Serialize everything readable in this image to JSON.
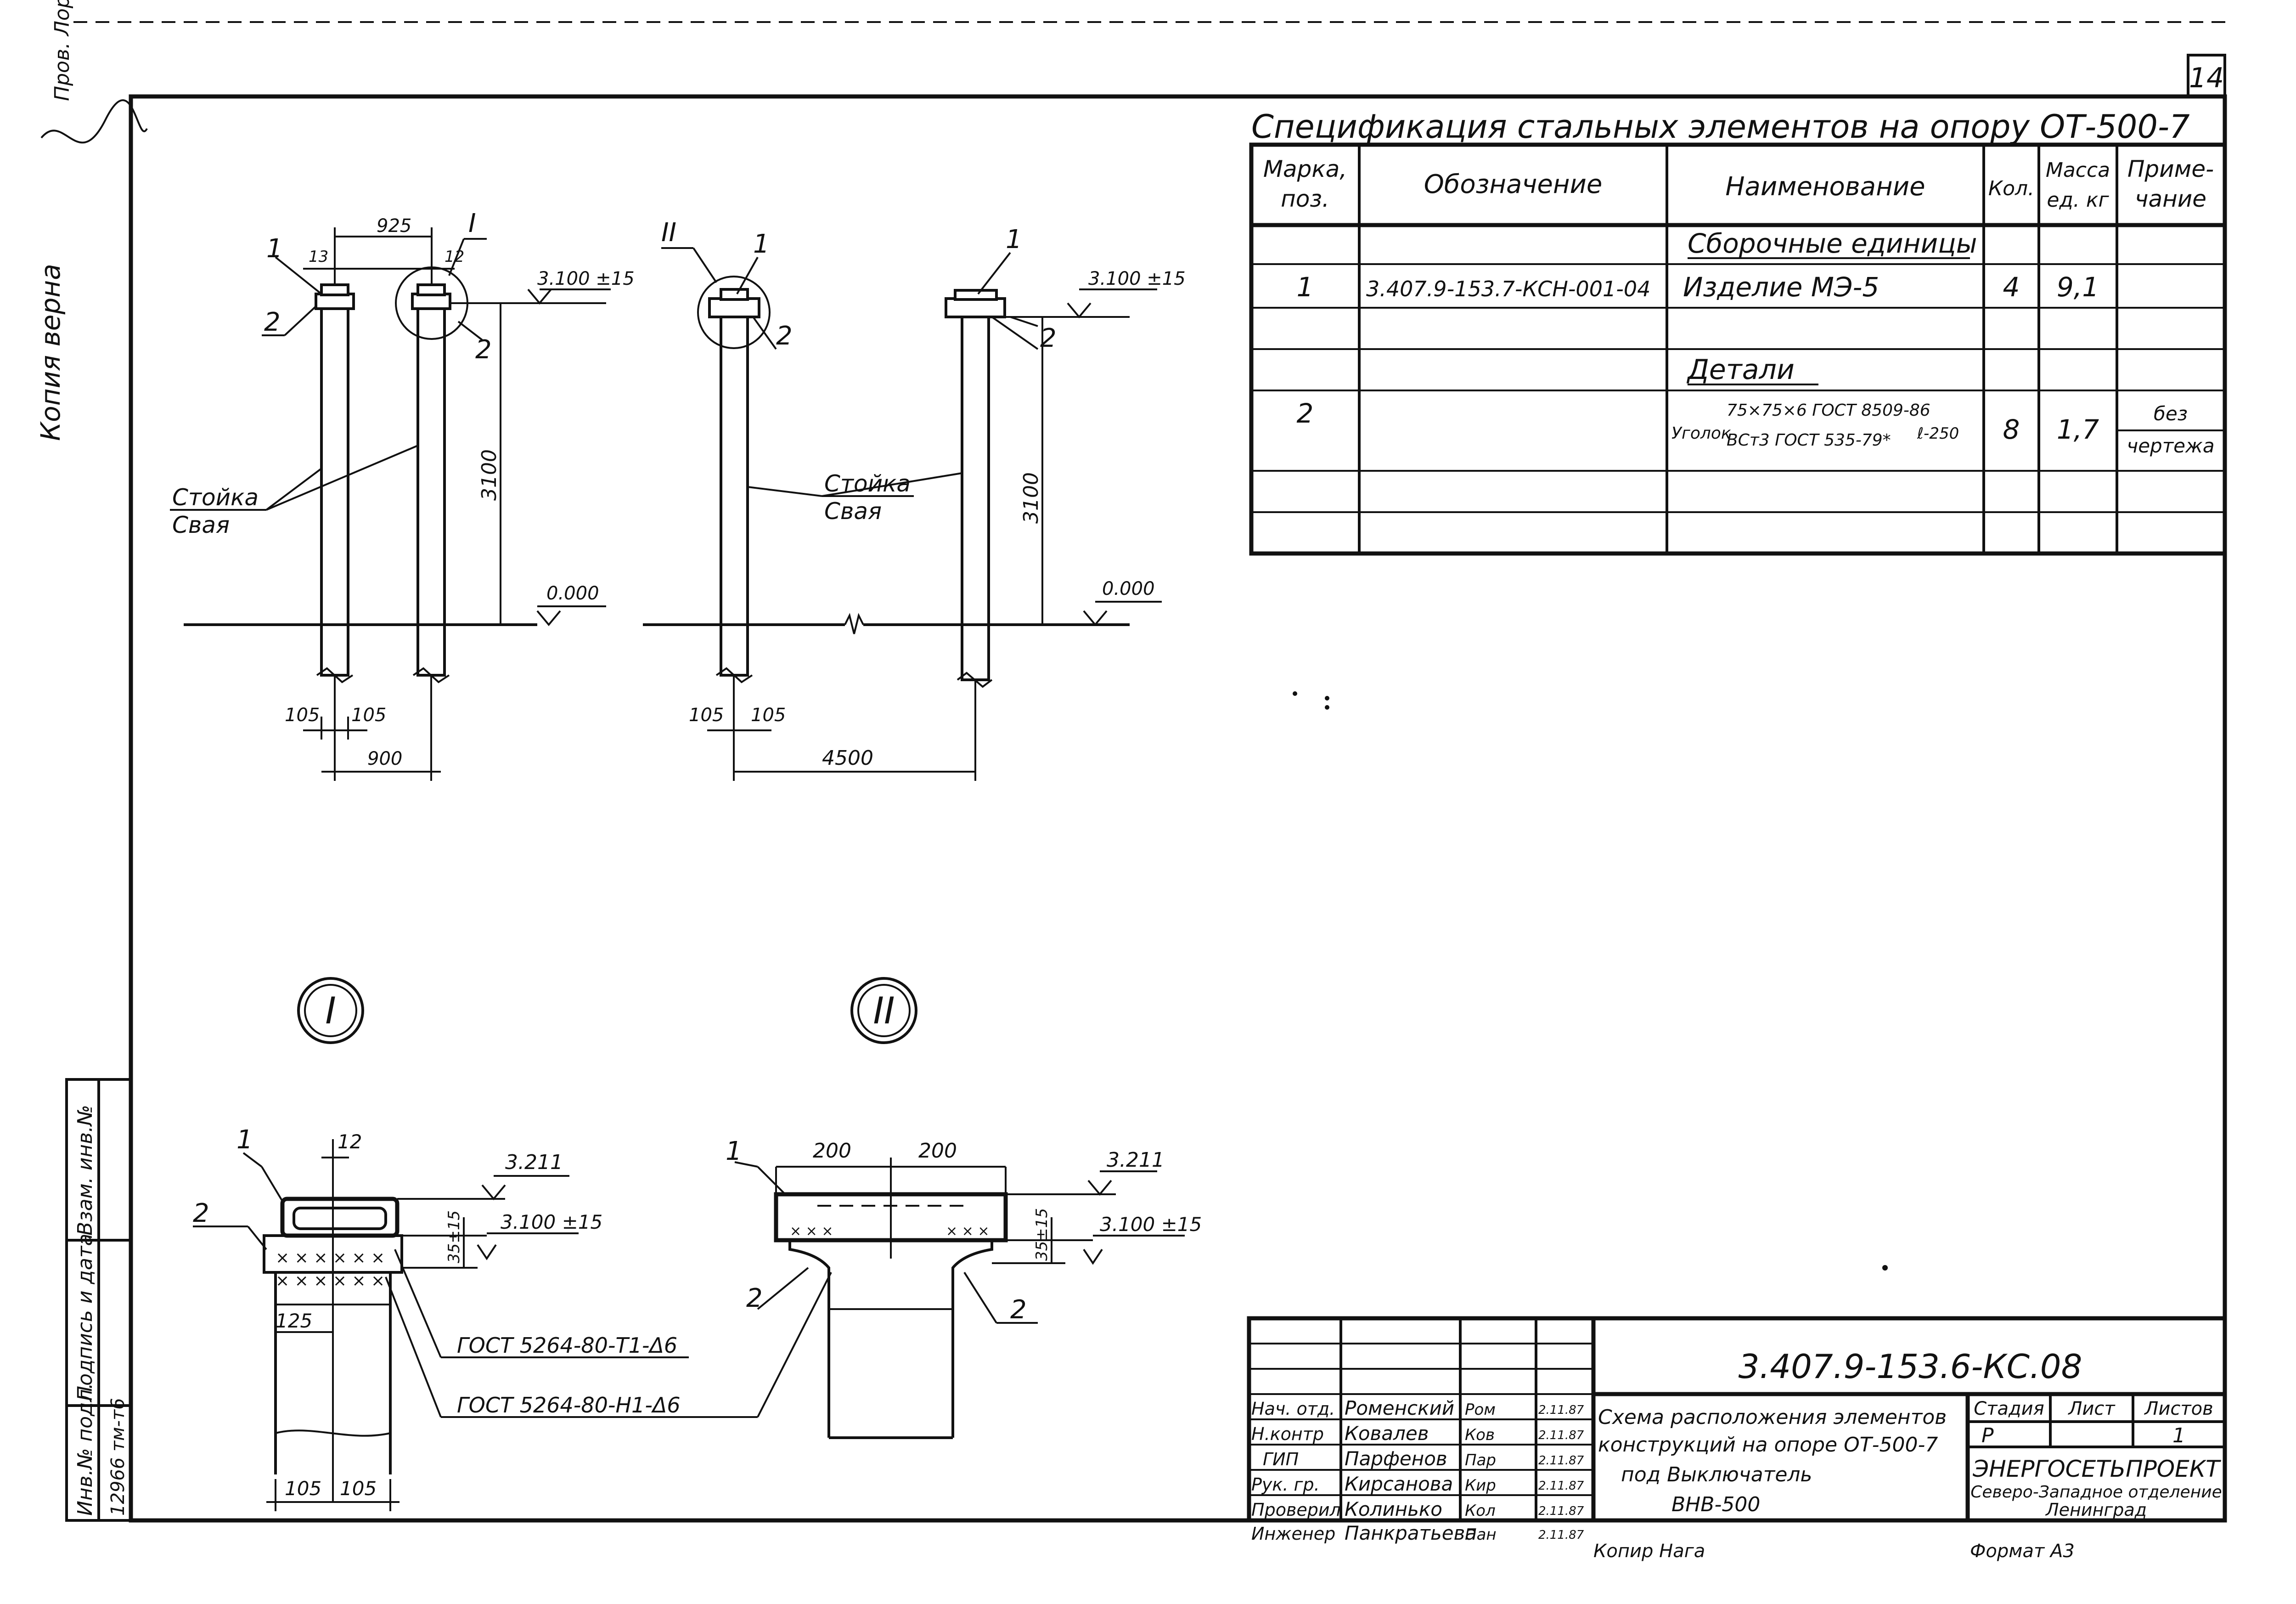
{
  "sheet_number": "14",
  "side_notes": {
    "copy_true": "Копия верна",
    "corner_note": "Пров. Лорт"
  },
  "spec": {
    "title": "Спецификация стальных элементов на опору ОТ-500-7",
    "headers": {
      "mark": [
        "Марка,",
        "поз."
      ],
      "designation": "Обозначение",
      "name": "Наименование",
      "qty": "Кол.",
      "mass": [
        "Масса",
        "ед. кг"
      ],
      "note": [
        "Приме-",
        "чание"
      ]
    },
    "section_assembly": "Сборочные единицы",
    "row1": {
      "mark": "1",
      "designation": "3.407.9-153.7-КСН-001-04",
      "name": "Изделие МЭ-5",
      "qty": "4",
      "mass": "9,1",
      "note": ""
    },
    "section_details": "Детали",
    "row2": {
      "mark": "2",
      "name_prefix": "Уголок",
      "name_top": "75×75×6 ГОСТ 8509-86",
      "name_bottom": "ВСт3 ГОСТ 535-79*",
      "name_suffix": "ℓ-250",
      "qty": "8",
      "mass": "1,7",
      "note": [
        "без",
        "чертежа"
      ]
    }
  },
  "view_a": {
    "dim_top": "925",
    "dim_13": "13",
    "dim_12": "12",
    "callout": "I",
    "level_top": "3.100 ±15",
    "level_zero": "0.000",
    "height": "3100",
    "label_post": "Стойка",
    "label_pile": "Свая",
    "dim_105a": "105",
    "dim_105b": "105",
    "dim_900": "900",
    "pos1": "1",
    "pos2": "2"
  },
  "view_b": {
    "callout": "II",
    "level_top": "3.100 ±15",
    "level_zero": "0.000",
    "height": "3100",
    "label_post": "Стойка",
    "label_pile": "Свая",
    "dim_105a": "105",
    "dim_105b": "105",
    "dim_4500": "4500",
    "pos1": "1",
    "pos1b": "1",
    "pos2": "2",
    "pos2b": "2"
  },
  "detail_1": {
    "label": "I",
    "dim_12": "12",
    "level_top": "3.211",
    "level_mid": "3.100 ±15",
    "dim_35": "35±15",
    "dim_125": "125",
    "dim_105a": "105",
    "dim_105b": "105",
    "weld_1": "ГОСТ 5264-80-Т1-Δ6",
    "weld_2": "ГОСТ 5264-80-Н1-Δ6",
    "pos1": "1",
    "pos2": "2"
  },
  "detail_2": {
    "label": "II",
    "dim_200a": "200",
    "dim_200b": "200",
    "level_top": "3.211",
    "level_mid": "3.100 ±15",
    "dim_35": "35±15",
    "pos1": "1",
    "pos2a": "2",
    "pos2b": "2"
  },
  "left_stamp": {
    "inv_podl": "Инв.№ подл.",
    "sign_date": "Подпись и дата",
    "vzam": "Взам. инв.№",
    "inv_value": "12966 тм-т6"
  },
  "title_block": {
    "code": "3.407.9-153.6-КС.08",
    "description": [
      "Схема расположения элементов",
      "конструкций на опоре ОТ-500-7",
      "под Выключатель",
      "ВНВ-500"
    ],
    "stage_header": "Стадия",
    "sheet_header": "Лист",
    "sheets_header": "Листов",
    "stage": "Р",
    "sheet": "",
    "sheets": "1",
    "org": [
      "ЭНЕРГОСЕТЬПРОЕКТ",
      "Северо-Западное отделение",
      "Ленинград"
    ],
    "staff": [
      {
        "role": "Нач. отд.",
        "name": "Роменский",
        "sign": "Ром",
        "date": "2.11.87"
      },
      {
        "role": "Н.контр",
        "name": "Ковалев",
        "sign": "Ков",
        "date": "2.11.87"
      },
      {
        "role": "ГИП",
        "name": "Парфенов",
        "sign": "Пар",
        "date": "2.11.87"
      },
      {
        "role": "Рук. гр.",
        "name": "Кирсанова",
        "sign": "Кир",
        "date": "2.11.87"
      },
      {
        "role": "Проверил",
        "name": "Колинько",
        "sign": "Кол",
        "date": "2.11.87"
      },
      {
        "role": "Инженер",
        "name": "Панкратьева",
        "sign": "Пан",
        "date": "2.11.87"
      }
    ],
    "copied": "Копир Нага",
    "format": "Формат А3"
  }
}
